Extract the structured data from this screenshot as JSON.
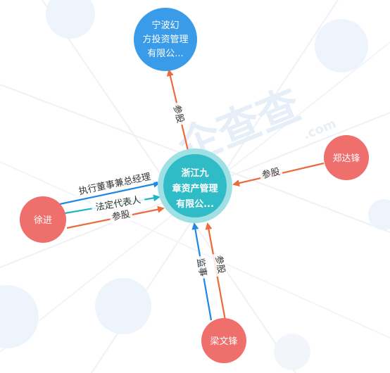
{
  "watermark": {
    "text": "企查查",
    "sub": ".com"
  },
  "colors": {
    "company": "#3a9be8",
    "center": "#2fbcc6",
    "center_halo": "#9fe0e5",
    "person": "#ef6f6c",
    "edge_orange": "#ec6a3c",
    "edge_blue": "#1e88e5",
    "edge_cyan": "#1fb4c8",
    "bg_circle": "#eef4fb",
    "bg_line": "#eef1f5"
  },
  "nodes": {
    "ningbo": {
      "lines": [
        "宁波幻",
        "方投资管理",
        "有限公..."
      ]
    },
    "center": {
      "lines": [
        "浙江九",
        "章资产管理",
        "有限公..."
      ]
    },
    "zheng": {
      "label": "郑达锋"
    },
    "xu": {
      "label": "徐进"
    },
    "liang": {
      "label": "梁文锋"
    }
  },
  "edges": {
    "center_ningbo": {
      "label": "参股"
    },
    "zheng_center": {
      "label": "参股"
    },
    "xu_exec": {
      "label": "执行董事兼总经理"
    },
    "xu_legal": {
      "label": "法定代表人"
    },
    "xu_share": {
      "label": "参股"
    },
    "liang_supervisor": {
      "label": "监事"
    },
    "liang_share": {
      "label": "参股"
    }
  }
}
